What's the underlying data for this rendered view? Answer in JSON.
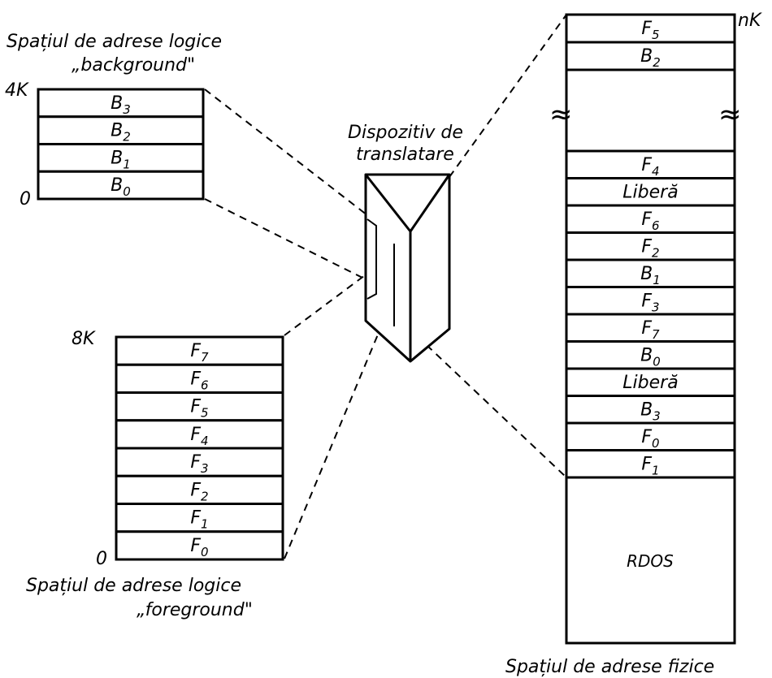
{
  "background": {
    "title_line1": "Spațiul de adrese logice",
    "title_line2": "„background\"",
    "top_label": "4K",
    "bottom_label": "0",
    "cells": [
      {
        "base": "B",
        "sub": "3"
      },
      {
        "base": "B",
        "sub": "2"
      },
      {
        "base": "B",
        "sub": "1"
      },
      {
        "base": "B",
        "sub": "0"
      }
    ]
  },
  "foreground": {
    "title_line1": "Spațiul de adrese logice",
    "title_line2": "„foreground\"",
    "top_label": "8K",
    "bottom_label": "0",
    "cells": [
      {
        "base": "F",
        "sub": "7"
      },
      {
        "base": "F",
        "sub": "6"
      },
      {
        "base": "F",
        "sub": "5"
      },
      {
        "base": "F",
        "sub": "4"
      },
      {
        "base": "F",
        "sub": "3"
      },
      {
        "base": "F",
        "sub": "2"
      },
      {
        "base": "F",
        "sub": "1"
      },
      {
        "base": "F",
        "sub": "0"
      }
    ]
  },
  "translator": {
    "label_line1": "Dispozitiv de",
    "label_line2": "translatare"
  },
  "physical": {
    "title": "Spațiul de adrese fizice",
    "top_label": "nK",
    "break_symbol": "≈",
    "top_cells": [
      {
        "base": "F",
        "sub": "5"
      },
      {
        "base": "B",
        "sub": "2"
      }
    ],
    "cells": [
      {
        "base": "F",
        "sub": "4"
      },
      {
        "base": "Liberă",
        "sub": ""
      },
      {
        "base": "F",
        "sub": "6"
      },
      {
        "base": "F",
        "sub": "2"
      },
      {
        "base": "B",
        "sub": "1"
      },
      {
        "base": "F",
        "sub": "3"
      },
      {
        "base": "F",
        "sub": "7"
      },
      {
        "base": "B",
        "sub": "0"
      },
      {
        "base": "Liberă",
        "sub": ""
      },
      {
        "base": "B",
        "sub": "3"
      },
      {
        "base": "F",
        "sub": "0"
      },
      {
        "base": "F",
        "sub": "1"
      }
    ],
    "os_label": "RDOS"
  }
}
